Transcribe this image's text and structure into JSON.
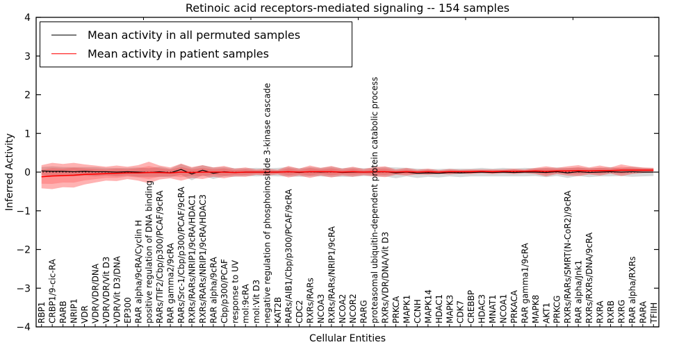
{
  "chart_data": {
    "type": "line",
    "title": "Retinoic acid receptors-mediated signaling -- 154 samples",
    "xlabel": "Cellular Entities",
    "ylabel": "Inferred Activity",
    "ylim": [
      -4,
      4
    ],
    "yticks": [
      -4,
      -3,
      -2,
      -1,
      0,
      1,
      2,
      3,
      4
    ],
    "grid": false,
    "zero_reference_line": true,
    "legend_position": "upper left",
    "x_categories": [
      "RBP1",
      "CRBP1/9-cic-RA",
      "RARB",
      "NRIP1",
      "VDR",
      "VDR/VDR/DNA",
      "VDR/VDR/Vit D3",
      "VDR/Vit D3/DNA",
      "EP300",
      "RAR alpha/9cRA/Cyclin H",
      "positive regulation of DNA binding",
      "RARs/TIF2/Cbp/p300/PCAF/9cRA",
      "RAR gamma2/9cRA",
      "RARs/Src-1/Cbp/p300/PCAF/9cRA",
      "RXRs/RARs/NRIP1/9cRA/HDAC1",
      "RXRs/RARs/NRIP1/9cRA/HDAC3",
      "RAR alpha/9cRA",
      "Cbp/p300/PCAF",
      "response to UV",
      "mol:9cRA",
      "mol:Vit D3",
      "negative regulation of phosphoinositide 3-kinase cascade",
      "KAT2B",
      "RARs/AIB1/Cbp/p300/PCAF/9cRA",
      "CDC2",
      "RXRs/RARs",
      "NCOA3",
      "RXRs/RARs/NRIP1/9cRA",
      "NCOA2",
      "NCOR2",
      "RARG",
      "proteasomal ubiquitin-dependent protein catabolic process",
      "RXRs/VDR/DNA/Vit D3",
      "PRKCA",
      "MAPK1",
      "CCNH",
      "MAPK14",
      "HDAC1",
      "MAPK3",
      "CDK7",
      "CREBBP",
      "HDAC3",
      "MNAT1",
      "NCOA1",
      "PRKACA",
      "RAR gamma1/9cRA",
      "MAPK8",
      "AKT1",
      "PRKCG",
      "RXRs/RARs/SMRT(N-CoR2)/9cRA",
      "RAR alpha/Jnk1",
      "RXRs/RXRs/DNA/9cRA",
      "RXRA",
      "RXRB",
      "RXRG",
      "RAR alpha/RXRs",
      "RARA",
      "TFIIH"
    ],
    "series": [
      {
        "name": "Mean activity in all permuted samples",
        "color": "#000000",
        "values": [
          0.03,
          0.02,
          0.02,
          0.01,
          0.02,
          0.01,
          0.01,
          0.0,
          0.01,
          0.0,
          -0.01,
          0.01,
          -0.02,
          0.07,
          -0.05,
          0.05,
          -0.03,
          0.01,
          -0.01,
          0.0,
          0.0,
          0.0,
          0.0,
          0.01,
          -0.01,
          0.01,
          0.0,
          0.01,
          -0.01,
          0.0,
          0.0,
          0.0,
          0.01,
          -0.02,
          0.0,
          -0.03,
          -0.02,
          -0.03,
          -0.01,
          -0.02,
          -0.01,
          0.0,
          -0.01,
          0.0,
          -0.01,
          0.0,
          0.0,
          -0.01,
          0.01,
          -0.02,
          0.01,
          -0.01,
          0.0,
          0.01,
          0.0,
          0.01,
          0.0,
          0.0
        ]
      },
      {
        "name": "Mean activity in patient samples",
        "color": "#ff0000",
        "values": [
          -0.12,
          -0.1,
          -0.09,
          -0.08,
          -0.06,
          -0.05,
          -0.04,
          -0.03,
          -0.02,
          -0.02,
          -0.01,
          -0.01,
          -0.02,
          0.0,
          -0.01,
          0.0,
          0.0,
          0.0,
          -0.01,
          0.0,
          0.0,
          0.0,
          0.0,
          0.01,
          0.0,
          0.01,
          0.01,
          0.01,
          0.0,
          0.01,
          0.0,
          0.01,
          0.01,
          0.0,
          0.01,
          0.0,
          0.01,
          0.0,
          0.01,
          0.01,
          0.01,
          0.02,
          0.01,
          0.02,
          0.02,
          0.02,
          0.03,
          0.02,
          0.03,
          0.03,
          0.04,
          0.03,
          0.04,
          0.04,
          0.05,
          0.05,
          0.05,
          0.05
        ]
      }
    ],
    "bands": [
      {
        "name": "permuted samples spread",
        "color": "#7f7f7f",
        "opacity": 0.3,
        "center_series": 0,
        "half_widths": [
          0.1,
          0.13,
          0.11,
          0.12,
          0.11,
          0.12,
          0.1,
          0.11,
          0.1,
          0.12,
          0.11,
          0.13,
          0.11,
          0.14,
          0.16,
          0.13,
          0.15,
          0.12,
          0.11,
          0.1,
          0.11,
          0.1,
          0.11,
          0.12,
          0.11,
          0.12,
          0.11,
          0.13,
          0.11,
          0.12,
          0.1,
          0.11,
          0.12,
          0.14,
          0.11,
          0.12,
          0.1,
          0.11,
          0.1,
          0.11,
          0.1,
          0.11,
          0.1,
          0.11,
          0.1,
          0.11,
          0.1,
          0.12,
          0.11,
          0.13,
          0.11,
          0.12,
          0.11,
          0.12,
          0.1,
          0.13,
          0.11,
          0.1
        ]
      },
      {
        "name": "patient samples spread",
        "color": "#ff0000",
        "opacity": 0.3,
        "center_series": 1,
        "half_widths": [
          0.3,
          0.34,
          0.3,
          0.32,
          0.26,
          0.22,
          0.18,
          0.2,
          0.16,
          0.2,
          0.28,
          0.18,
          0.14,
          0.22,
          0.14,
          0.18,
          0.12,
          0.16,
          0.1,
          0.12,
          0.07,
          0.09,
          0.06,
          0.15,
          0.09,
          0.16,
          0.1,
          0.15,
          0.09,
          0.13,
          0.08,
          0.12,
          0.14,
          0.07,
          0.1,
          0.06,
          0.08,
          0.05,
          0.07,
          0.05,
          0.06,
          0.05,
          0.06,
          0.05,
          0.07,
          0.05,
          0.08,
          0.13,
          0.08,
          0.12,
          0.14,
          0.09,
          0.13,
          0.08,
          0.15,
          0.1,
          0.07,
          0.06
        ]
      },
      {
        "name": "patient samples inner spread",
        "color": "#ff0000",
        "opacity": 0.18,
        "center_series": 1,
        "half_width_scale_of": 1,
        "scale": 0.6
      }
    ],
    "legend": {
      "entries": [
        {
          "label": "Mean activity in all permuted samples",
          "color": "#000000"
        },
        {
          "label": "Mean activity in patient samples",
          "color": "#ff0000"
        }
      ]
    }
  }
}
